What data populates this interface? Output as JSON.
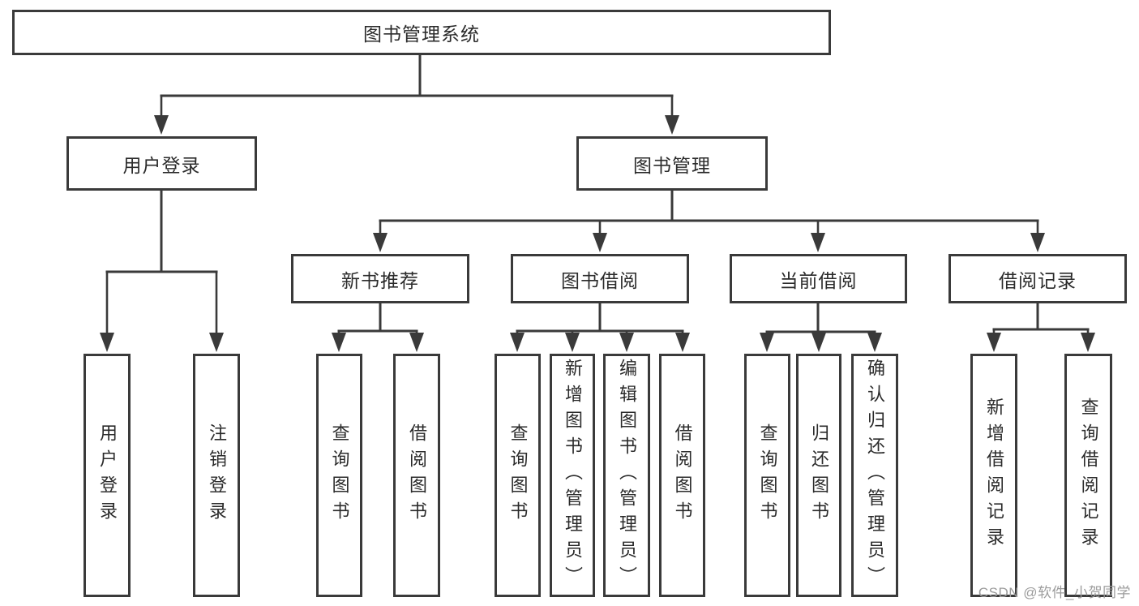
{
  "tree": {
    "label": "图书管理系统",
    "children": [
      {
        "label": "用户登录",
        "children": [
          {
            "label": "用户登录"
          },
          {
            "label": "注销登录"
          }
        ]
      },
      {
        "label": "图书管理",
        "children": [
          {
            "label": "新书推荐",
            "children": [
              {
                "label": "查询图书"
              },
              {
                "label": "借阅图书"
              }
            ]
          },
          {
            "label": "图书借阅",
            "children": [
              {
                "label": "查询图书"
              },
              {
                "label": "新增图书（管理员）"
              },
              {
                "label": "编辑图书（管理员）"
              },
              {
                "label": "借阅图书"
              }
            ]
          },
          {
            "label": "当前借阅",
            "children": [
              {
                "label": "查询图书"
              },
              {
                "label": "归还图书"
              },
              {
                "label": "确认归还（管理员）"
              }
            ]
          },
          {
            "label": "借阅记录",
            "children": [
              {
                "label": "新增借阅记录"
              },
              {
                "label": "查询借阅记录"
              }
            ]
          }
        ]
      }
    ]
  },
  "watermark": {
    "text": "CSDN @软件_小贺同学"
  },
  "colors": {
    "line": "#3a3a3a",
    "box_border": "#3a3a3a",
    "text": "#2b2b2b",
    "background": "#ffffff",
    "watermark": "#9b9b9b"
  }
}
